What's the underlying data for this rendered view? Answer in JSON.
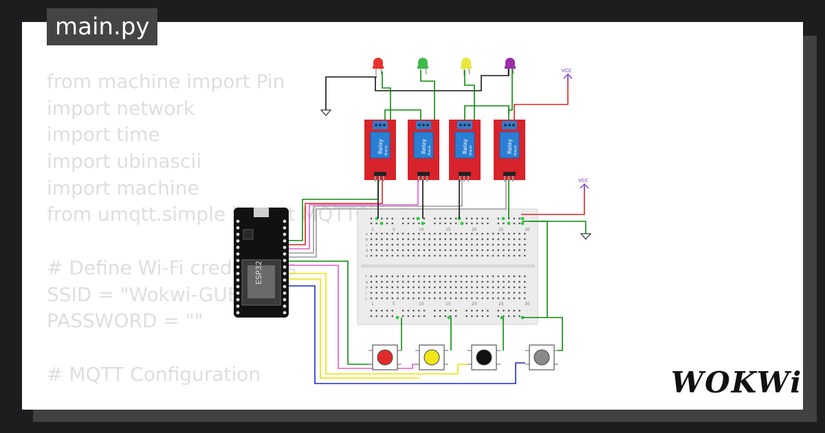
{
  "editor": {
    "filename": "main.py",
    "code_lines": [
      "from machine import Pin",
      "import network",
      "import time",
      "import ubinascii",
      "import machine",
      "from umqtt.simple import MQTTClient",
      "",
      "# Define Wi-Fi credentials",
      "SSID = \"Wokwi-GUEST\"",
      "PASSWORD = \"\"",
      "",
      "# MQTT Configuration"
    ]
  },
  "circuit": {
    "board_label": "ESP32",
    "relay_label": "Relay",
    "relay_sublabel": "Module",
    "vcc_label": "VCC",
    "led_colors": [
      "#e8322f",
      "#3fb94a",
      "#e9e63c",
      "#9b2fa9"
    ],
    "button_colors": [
      "#e12c2c",
      "#f2e51a",
      "#111111",
      "#8a8a8a"
    ],
    "breadboard_numbers": [
      "1",
      "5",
      "10",
      "15",
      "20",
      "25",
      "30"
    ],
    "row_letters_top": [
      "a",
      "b",
      "c",
      "d",
      "e"
    ],
    "row_letters_bottom": [
      "f",
      "g",
      "h",
      "i",
      "j"
    ]
  },
  "branding": {
    "logo_text": "WOKWi"
  },
  "colors": {
    "background": "#1d1d1f",
    "card": "#ffffff",
    "tab": "#444444",
    "code_text": "#dedede",
    "relay_board": "#d9232b",
    "wire_green": "#0a8a0a",
    "wire_red": "#e02020",
    "wire_pink": "#e05ad0",
    "wire_gray": "#9a9a9a",
    "wire_black": "#111111",
    "wire_yellow": "#f0e000",
    "wire_blue": "#1a28c8",
    "wire_purple": "#7a3ac8"
  }
}
